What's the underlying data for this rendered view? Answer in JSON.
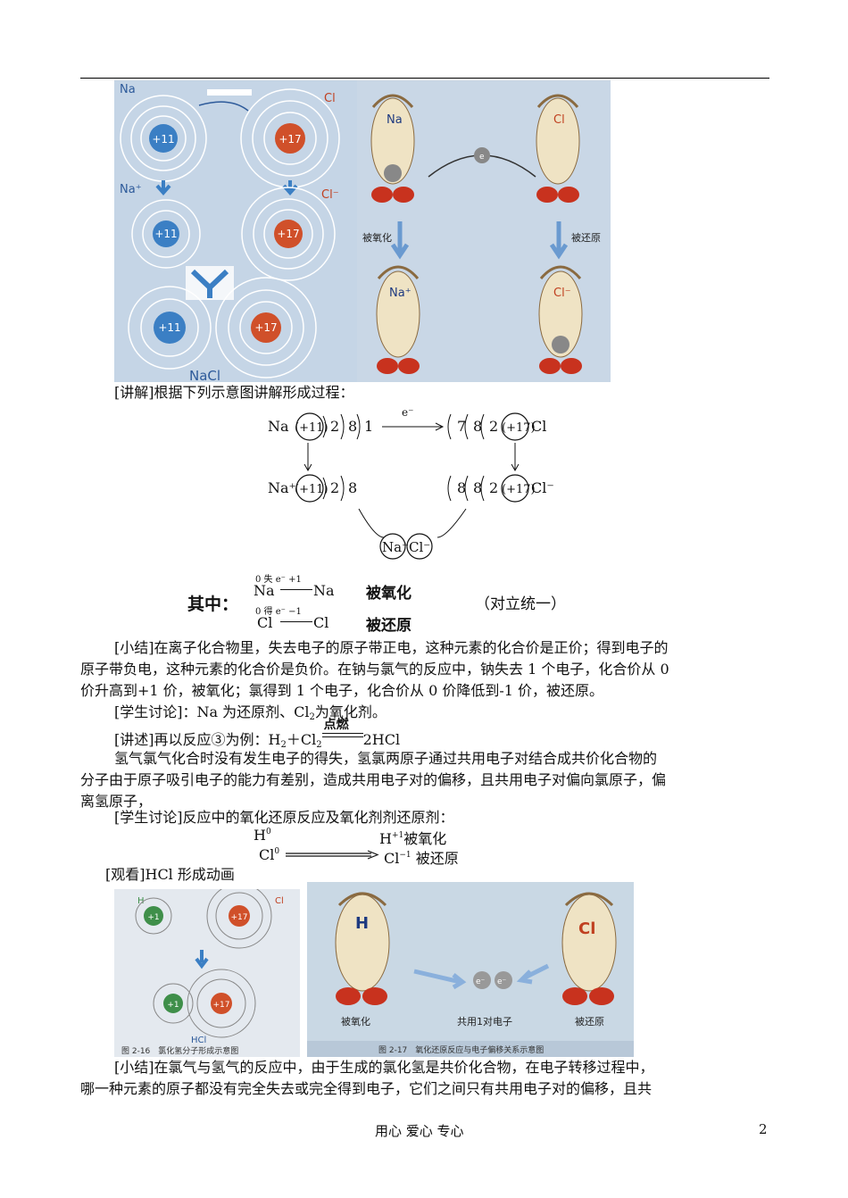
{
  "fig1": {
    "na": "Na",
    "cl": "Cl",
    "na_ion": "Na⁺",
    "cl_ion": "Cl⁻",
    "nacl": "NaCl",
    "na_core": "+11",
    "cl_core": "+17",
    "cartoon_na": "Na",
    "cartoon_cl": "Cl",
    "cartoon_na_ion": "Na⁺",
    "cartoon_cl_ion": "Cl⁻",
    "e": "e",
    "oxidized": "被氧化",
    "reduced": "被还原"
  },
  "p_explain": "[讲解]根据下列示意图讲解形成过程：",
  "fig2": {
    "na": "Na",
    "na_core": "(+11)",
    "na_shells": [
      "2",
      "8",
      "1"
    ],
    "e_label": "e⁻",
    "cl_shells": [
      "7",
      "8",
      "2"
    ],
    "cl_core": "(+17)",
    "cl": "Cl",
    "na_ion": "Na⁺",
    "na_ion_shells": [
      "2",
      "8"
    ],
    "cl_ion_shells": [
      "8",
      "8",
      "2"
    ],
    "cl_ion": "Cl⁻",
    "pair": "Na⁺Cl⁻",
    "among": "其中：",
    "na_ox_top": "0  失 e⁻  +1",
    "na_from": "Na",
    "na_to": "Na",
    "oxidized": "被氧化",
    "cl_top": "0  得 e⁻  −1",
    "cl_from": "Cl",
    "cl_to": "Cl",
    "reduced": "被还原",
    "unity": "（对立统一）"
  },
  "summary1": {
    "line1": "[小结]在离子化合物里，失去电子的原子带正电，这种元素的化合价是正价；得到电子的",
    "line2": "原子带负电，这种元素的化合价是负价。在钠与氯气的反应中，钠失去 1 个电子，化合价从 0",
    "line3": "价升高到+1 价，被氧化；氯得到 1 个电子，化合价从 0 价降低到-1 价，被还原。"
  },
  "discuss1": "[学生讨论]：Na 为还原剂、Cl",
  "discuss1_sub": "2",
  "discuss1_end": "为氧化剂。",
  "speech": {
    "prefix": "[讲述]再以反应③为例：H",
    "h_sub": "2",
    "plus": "＋Cl",
    "cl_sub": "2",
    "condition": "点燃",
    "product": "2HCl"
  },
  "para2": {
    "line1": "氢气氯气化合时没有发生电子的得失，氢氯两原子通过共用电子对结合成共价化合物的",
    "line2": "分子由于原子吸引电子的能力有差别，造成共用电子对的偏移，且共用电子对偏向氯原子，偏",
    "line3": "离氢原子，"
  },
  "discuss2": "[学生讨论]反应中的氧化还原反应及氧化剂剂还原剂：",
  "eq2": {
    "h0": "H",
    "h0_sup": "0",
    "h1": "H",
    "h1_sup": "+1",
    "h_result": "被氧化",
    "cl0": "Cl",
    "cl0_sup": "0",
    "cl1": "Cl",
    "cl1_sup": "−1",
    "cl_result": "被还原"
  },
  "watch": "[观看]HCl 形成动画",
  "fig3": {
    "h": "H",
    "cl": "Cl",
    "h_core": "+1",
    "cl_core": "+17",
    "hcl": "HCl",
    "caption": "图 2-16　氯化氢分子形成示意图"
  },
  "fig4": {
    "h": "H",
    "cl": "Cl",
    "e": "e⁻",
    "oxidized": "被氧化",
    "shared": "共用1对电子",
    "reduced": "被还原",
    "caption": "图 2-17　氧化还原反应与电子偏移关系示意图"
  },
  "summary2": {
    "line1": "[小结]在氯气与氢气的反应中，由于生成的氯化氢是共价化合物，在电子转移过程中，",
    "line2": "哪一种元素的原子都没有完全失去或完全得到电子，它们之间只有共用电子对的偏移，且共"
  },
  "footer": {
    "center": "用心 爱心 专心",
    "page": "2"
  },
  "colors": {
    "na_core": "#3b7fc4",
    "cl_core": "#d0502a",
    "h_core": "#3f8f4a",
    "fig_bg": "#c9d7e6",
    "cartoon_body": "#efe3c4",
    "cartoon_feet": "#c8321e"
  }
}
